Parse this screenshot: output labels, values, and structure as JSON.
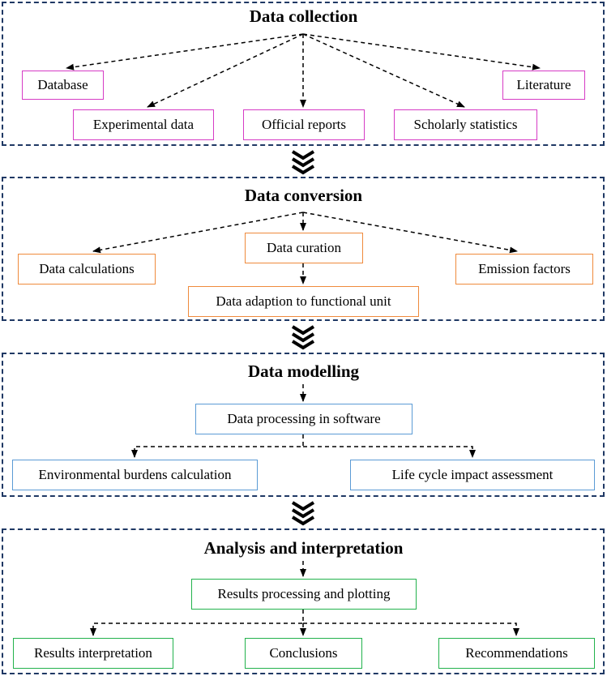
{
  "sections": {
    "collection": {
      "title": "Data collection",
      "boxes": {
        "database": "Database",
        "literature": "Literature",
        "experimental": "Experimental data",
        "official": "Official reports",
        "scholarly": "Scholarly statistics"
      }
    },
    "conversion": {
      "title": "Data conversion",
      "boxes": {
        "curation": "Data curation",
        "calculations": "Data calculations",
        "emission": "Emission factors",
        "adaption": "Data adaption to functional unit"
      }
    },
    "modelling": {
      "title": "Data modelling",
      "boxes": {
        "processing": "Data processing in software",
        "burdens": "Environmental burdens calculation",
        "lcia": "Life cycle impact assessment"
      }
    },
    "analysis": {
      "title": "Analysis and interpretation",
      "boxes": {
        "plotting": "Results processing and plotting",
        "interpretation": "Results interpretation",
        "conclusions": "Conclusions",
        "recommendations": "Recommendations"
      }
    }
  },
  "colors": {
    "section_border": "#1f3864",
    "collection": "#d63bc5",
    "conversion": "#ef8a3c",
    "modelling": "#5b9bd5",
    "analysis": "#22b24c"
  }
}
